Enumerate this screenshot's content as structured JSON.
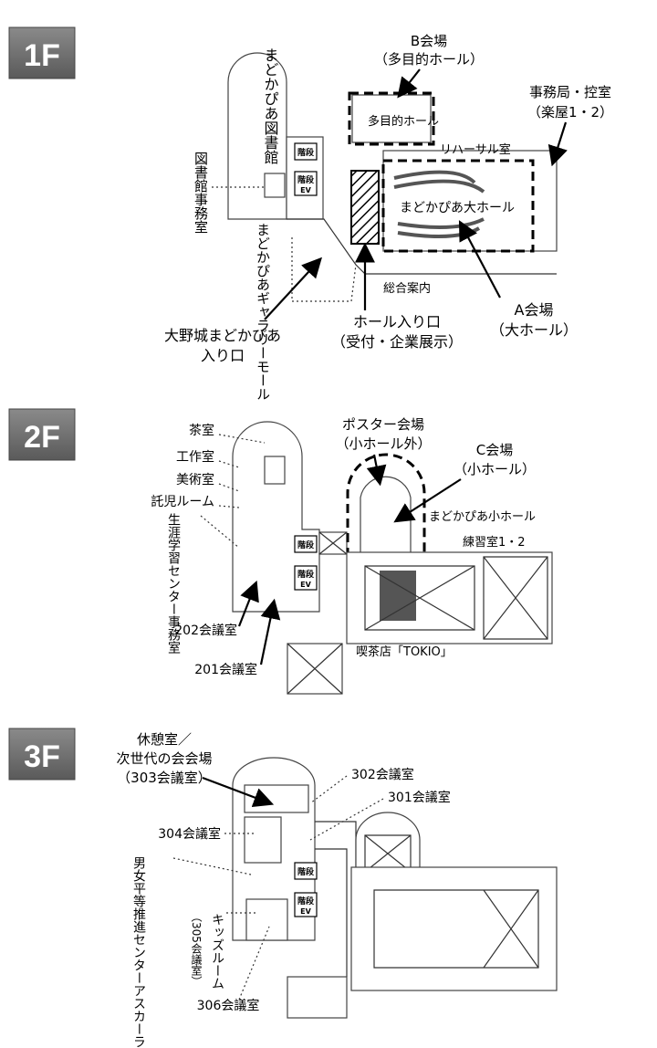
{
  "floors": {
    "f1": {
      "badge": "1F",
      "labels": {
        "library": "まどかぴあ図書館",
        "library_office": "図書館事務室",
        "gallery_mall": "まどかぴあギャラリーモール",
        "stairs_a": "階段",
        "stairs_b": "階段",
        "ev_b": "EV",
        "rehearsal": "リハーサル室",
        "multipurpose_hall": "多目的ホール",
        "main_hall": "まどかぴあ大ホール",
        "info": "総合案内",
        "callout_b_1": "B会場",
        "callout_b_2": "（多目的ホール）",
        "callout_office_1": "事務局・控室",
        "callout_office_2": "（楽屋1・2）",
        "callout_entrance_1": "大野城まどかぴあ",
        "callout_entrance_2": "入り口",
        "callout_hall_entry_1": "ホール入り口",
        "callout_hall_entry_2": "（受付・企業展示）",
        "callout_a_1": "A会場",
        "callout_a_2": "（大ホール）"
      }
    },
    "f2": {
      "badge": "2F",
      "labels": {
        "tea_room": "茶室",
        "craft_room": "工作室",
        "art_room": "美術室",
        "nursery": "託児ルーム",
        "lifelong_center": "生涯学習センター事務室",
        "room_202": "202会議室",
        "room_201": "201会議室",
        "stairs_a": "階段",
        "stairs_b": "階段",
        "ev_b": "EV",
        "small_hall": "まどかぴあ小ホール",
        "practice_room": "練習室1・2",
        "cafe": "喫茶店「TOKIO」",
        "callout_poster_1": "ポスター会場",
        "callout_poster_2": "（小ホール外）",
        "callout_c_1": "C会場",
        "callout_c_2": "（小ホール）"
      }
    },
    "f3": {
      "badge": "3F",
      "labels": {
        "rest_1": "休憩室／",
        "rest_2": "次世代の会会場",
        "rest_3": "（303会議室）",
        "room_302": "302会議室",
        "room_301": "301会議室",
        "room_304": "304会議室",
        "equality_center": "男女平等推進センターアスカーラ事務室",
        "kids_room": "キッズルーム",
        "kids_room_sub": "（305会議室）",
        "room_306": "306会議室",
        "stairs_a": "階段",
        "stairs_b": "階段",
        "ev_b": "EV"
      }
    }
  },
  "colors": {
    "badge_fill": "#6e6e6e",
    "badge_text": "#ffffff",
    "ink": "#000000"
  }
}
